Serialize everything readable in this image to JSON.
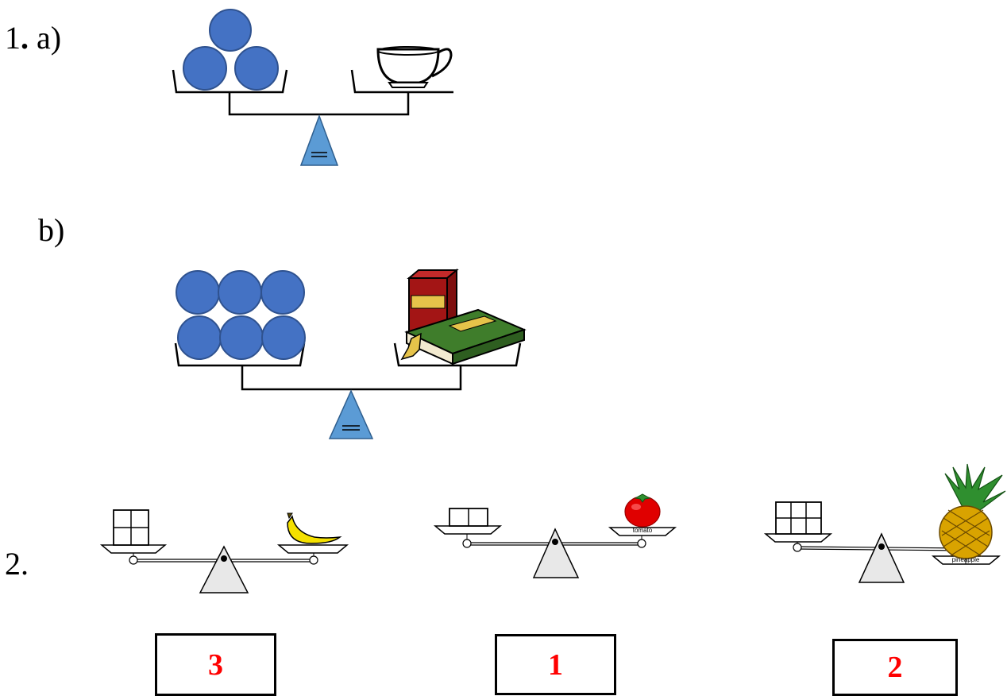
{
  "q1": {
    "number": "1",
    "dot": ".",
    "part_a": "a)",
    "part_b": "b)",
    "fulcrum_mark": "="
  },
  "q2": {
    "number": "2.",
    "scales": [
      {
        "fruit": "banana",
        "fruit_tag": "",
        "squares": 4,
        "answer": "3"
      },
      {
        "fruit": "tomato",
        "fruit_tag": "tomato",
        "squares": 2,
        "answer": "1"
      },
      {
        "fruit": "pineapple",
        "fruit_tag": "pineapple",
        "squares": 6,
        "answer": "2"
      }
    ]
  },
  "colors": {
    "circle_fill": "#4472c4",
    "circle_stroke": "#2f528f",
    "fulcrum_fill": "#5b9bd5",
    "answer_text": "#ff0000",
    "book_red": "#a31515",
    "book_green": "#3f7d2b",
    "banana": "#f5e100",
    "tomato": "#e00000",
    "pineapple": "#d9a300",
    "leaf": "#2f8f2f"
  }
}
